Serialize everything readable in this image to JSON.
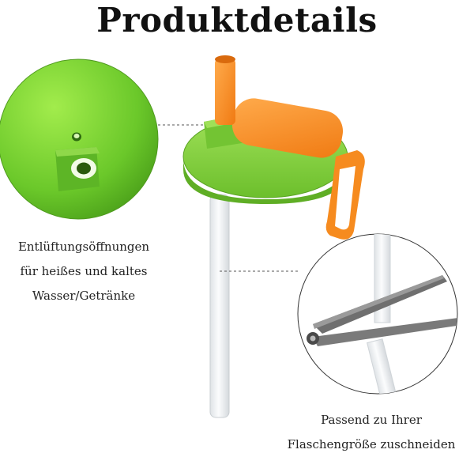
{
  "title": "Produktdetails",
  "left_caption": {
    "lines": [
      "Entlüftungsöffnungen",
      "für heißes und kaltes",
      "Wasser/Getränke"
    ]
  },
  "right_caption": {
    "lines": [
      "Passend zu Ihrer",
      "Flaschengröße zuschneiden"
    ]
  },
  "colors": {
    "lid_green": "#7ed334",
    "straw_orange": "#f68b1f",
    "straw_clear": "#e6e8ea"
  }
}
